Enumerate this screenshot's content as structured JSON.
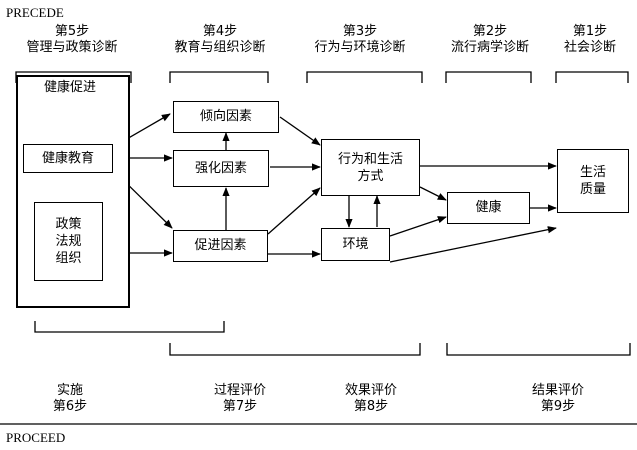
{
  "header_label": "PRECEDE",
  "footer_label": "PROCEED",
  "diagnosis_steps": [
    {
      "step": "第5步",
      "name": "管理与政策诊断"
    },
    {
      "step": "第4步",
      "name": "教育与组织诊断"
    },
    {
      "step": "第3步",
      "name": "行为与环境诊断"
    },
    {
      "step": "第2步",
      "name": "流行病学诊断"
    },
    {
      "step": "第1步",
      "name": "社会诊断"
    }
  ],
  "boxes": {
    "health_promotion": "健康促进",
    "health_education": "健康教育",
    "policy": "政策\n法规\n组织",
    "predisposing": "倾向因素",
    "reinforcing": "强化因素",
    "enabling": "促进因素",
    "behavior": "行为和生活\n方式",
    "environment": "环境",
    "health": "健康",
    "quality_of_life": "生活\n质量"
  },
  "evaluation_steps": [
    {
      "name": "实施",
      "step": "第6步"
    },
    {
      "name": "过程评价",
      "step": "第7步"
    },
    {
      "name": "效果评价",
      "step": "第8步"
    },
    {
      "name": "结果评价",
      "step": "第9步"
    }
  ]
}
